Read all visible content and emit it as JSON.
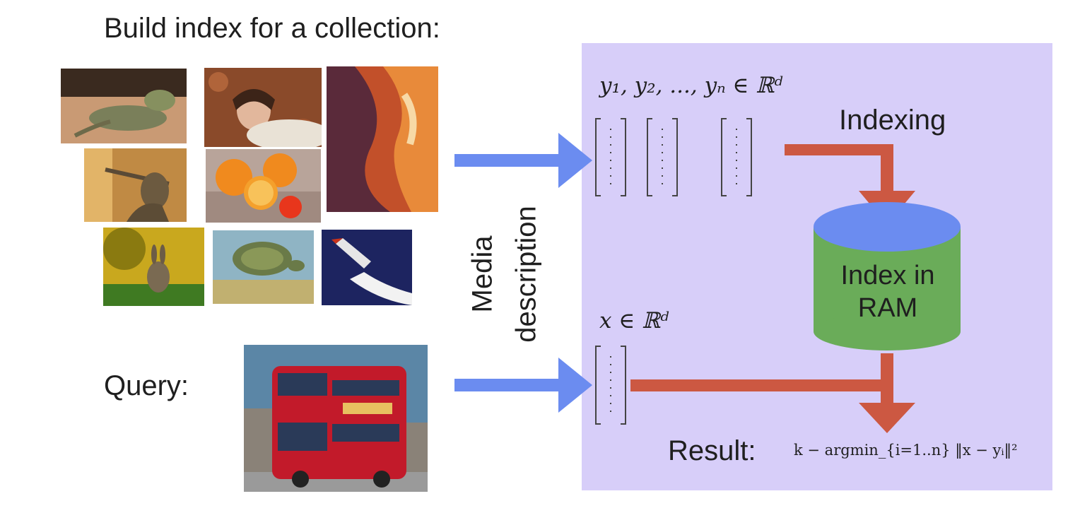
{
  "titles": {
    "build_index": "Build index for a collection:",
    "query": "Query:"
  },
  "media_description": {
    "line1": "Media",
    "line2": "description"
  },
  "math": {
    "vector_set": "y₁, y₂, ..., yₙ ∈ ℝᵈ",
    "query_vector": "x ∈ ℝᵈ",
    "result_formula": "k − argmin_{i=1..n} ‖x − yᵢ‖²"
  },
  "labels": {
    "indexing": "Indexing",
    "database_line1": "Index in",
    "database_line2": "RAM",
    "result": "Result:"
  },
  "collection_images": [
    "iguana-photo",
    "woman-photo",
    "canyon-photo",
    "statue-photo",
    "oranges-photo",
    "rabbit-photo",
    "turtle-photo",
    "shuttle-photo"
  ],
  "query_image": "bus-photo",
  "colors": {
    "panel": "#d7cef9",
    "blue_arrow": "#6b8cf0",
    "red_arrow": "#cc5842",
    "db_top": "#6b8cf0",
    "db_body": "#6aac59"
  }
}
